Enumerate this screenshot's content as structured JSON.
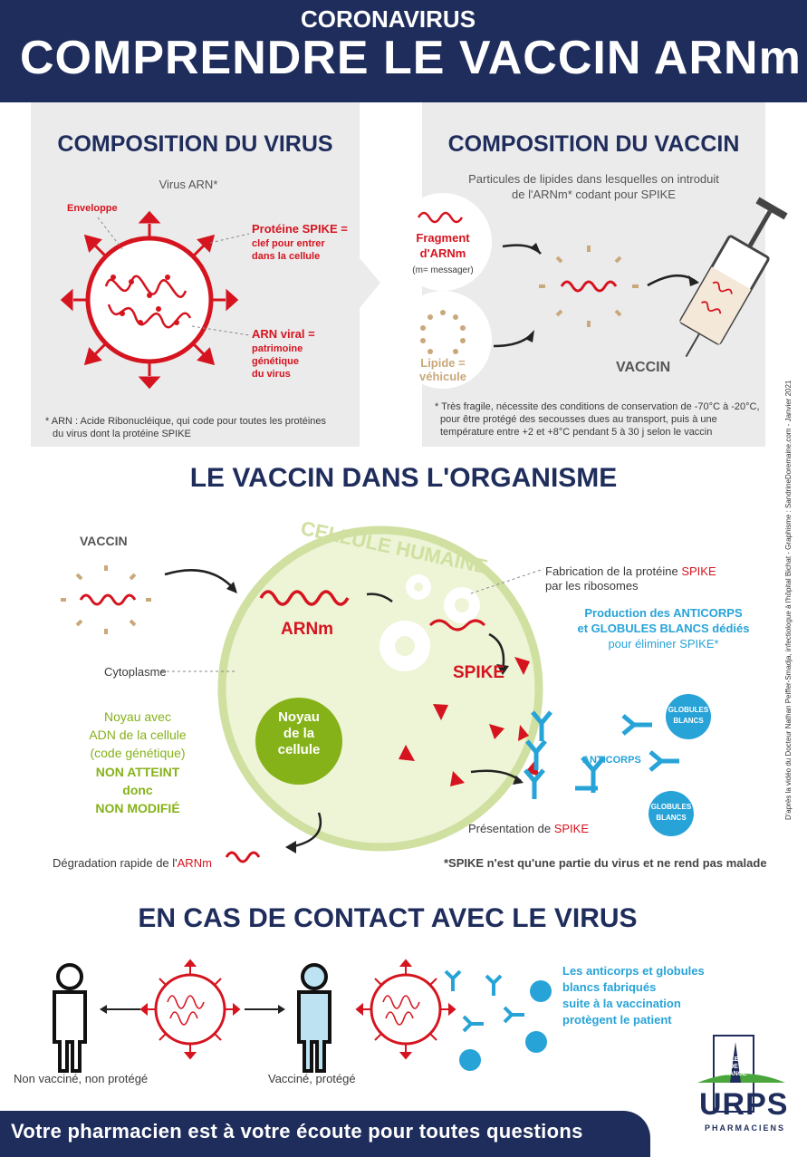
{
  "header": {
    "subtitle": "CORONAVIRUS",
    "title": "COMPRENDRE LE VACCIN ARNm"
  },
  "virus_panel": {
    "title": "COMPOSITION DU VIRUS",
    "virus_label": "Virus ARN*",
    "envelope": "Enveloppe",
    "spike_title": "Protéine SPIKE =",
    "spike_desc_1": "clef pour entrer",
    "spike_desc_2": "dans la cellule",
    "arn_title": "ARN viral =",
    "arn_desc_1": "patrimoine",
    "arn_desc_2": "génétique",
    "arn_desc_3": "du virus",
    "footnote_1": "* ARN : Acide Ribonucléique, qui code pour toutes les protéines",
    "footnote_2": "du virus dont la protéine SPIKE"
  },
  "vaccine_panel": {
    "title": "COMPOSITION DU VACCIN",
    "intro_1": "Particules de lipides dans lesquelles on introduit",
    "intro_2": "de l'ARNm* codant pour SPIKE",
    "fragment_1": "Fragment",
    "fragment_2": "d'ARNm",
    "fragment_note": "(m= messager)",
    "lipide_1": "Lipide =",
    "lipide_2": "véhicule",
    "vaccin": "VACCIN",
    "note_1": "* Très fragile, nécessite des conditions de conservation de -70°C à -20°C,",
    "note_2": "pour être protégé des secousses dues au transport, puis à une",
    "note_3": "température entre +2 et +8°C pendant 5 à 30 j selon le vaccin"
  },
  "organism": {
    "title": "LE VACCIN DANS L'ORGANISME",
    "vaccin": "VACCIN",
    "cell_label": "CELLULE HUMAINE",
    "arnm": "ARNm",
    "cytoplasme": "Cytoplasme",
    "noyau_1": "Noyau",
    "noyau_2": "de la",
    "noyau_3": "cellule",
    "noyau_text_1": "Noyau avec",
    "noyau_text_2": "ADN de la cellule",
    "noyau_text_3": "(code génétique)",
    "noyau_text_4": "NON ATTEINT",
    "noyau_text_5": "donc",
    "noyau_text_6": "NON MODIFIÉ",
    "fabrication_1": "Fabrication de la protéine",
    "fabrication_spike": "SPIKE",
    "fabrication_2": "par les ribosomes",
    "spike": "SPIKE",
    "production_1": "Production des ANTICORPS",
    "production_2": "et GLOBULES BLANCS dédiés",
    "production_3": "pour éliminer SPIKE*",
    "globules_1": "GLOBULES",
    "globules_2": "BLANCS",
    "anticorps": "ANTICORPS",
    "presentation": "Présentation de",
    "presentation_spike": "SPIKE",
    "degradation": "Dégradation rapide de l'",
    "degradation_arnm": "ARNm",
    "spike_note": "*SPIKE n'est qu'une partie du virus et ne rend pas malade"
  },
  "contact": {
    "title": "EN CAS DE CONTACT AVEC LE VIRUS",
    "non_vaccine": "Non vacciné, non protégé",
    "vaccine": "Vacciné, protégé",
    "protect_1": "Les anticorps et globules",
    "protect_2": "blancs fabriqués",
    "protect_3": "suite à la vaccination",
    "protect_4": "protègent le patient"
  },
  "side_credit": "D'après la vidéo du Docteur Nathan Peiffer-Smadja, infectiologue à l'hôpital Bichat - Graphisme : SandrineDoremaine.com - Janvier 2021",
  "logo": {
    "ile": "ILE",
    "de": "DE",
    "france": "FRANCE",
    "urps": "URPS",
    "pharmaciens": "PHARMACIENS"
  },
  "footer": "Votre pharmacien est à votre écoute pour toutes questions",
  "colors": {
    "navy": "#1f2d5c",
    "red": "#d5141f",
    "green": "#86b219",
    "blue": "#27a3d8",
    "lipid": "#c9a87a"
  }
}
